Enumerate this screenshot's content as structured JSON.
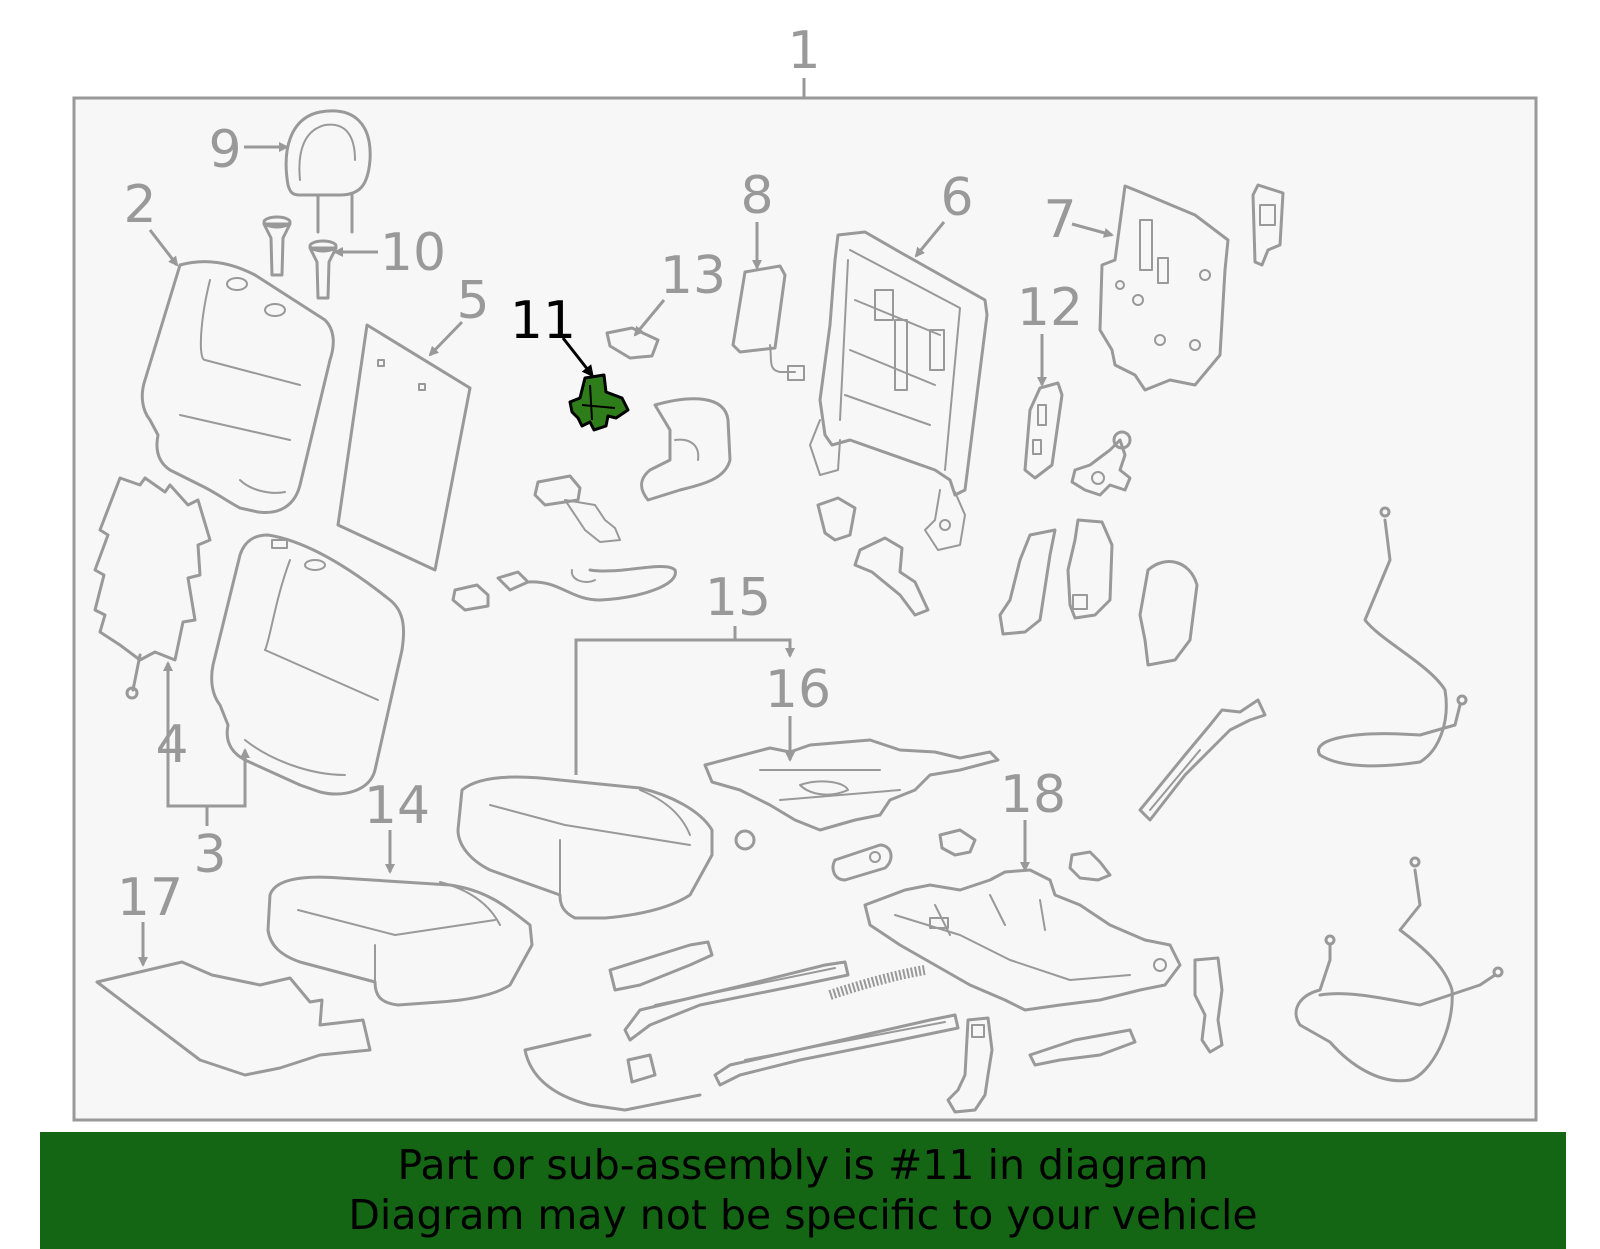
{
  "diagram": {
    "labels": {
      "l1": "1",
      "l2": "2",
      "l3": "3",
      "l4": "4",
      "l5": "5",
      "l6": "6",
      "l7": "7",
      "l8": "8",
      "l9": "9",
      "l10": "10",
      "l11": "11",
      "l12": "12",
      "l13": "13",
      "l14": "14",
      "l15": "15",
      "l16": "16",
      "l17": "17",
      "l18": "18"
    },
    "highlighted_part": "11"
  },
  "banner": {
    "line1": "Part or sub-assembly is #11 in diagram",
    "line2": "Diagram may not be specific to your vehicle"
  },
  "colors": {
    "line": "#999999",
    "highlight_part": "#2E7D1A",
    "banner_bg": "#146614",
    "panel_bg": "#F7F7F7"
  }
}
